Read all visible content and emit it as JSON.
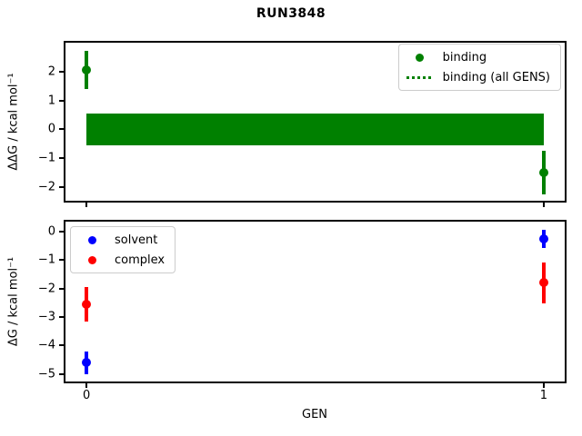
{
  "figure": {
    "title": "RUN3848",
    "background_color": "#ffffff",
    "spine_color": "#000000"
  },
  "chart_data": [
    {
      "type": "errorbar",
      "title": "RUN3848",
      "xlabel": "",
      "ylabel": "ΔΔG / kcal mol⁻¹",
      "xlim": [
        -0.05,
        1.05
      ],
      "ylim": [
        -2.55,
        3.08
      ],
      "yticks": [
        2,
        1,
        0,
        -1,
        -2
      ],
      "xticks": [
        0,
        1
      ],
      "xticklabels": [],
      "grid": false,
      "series": [
        {
          "name": "binding",
          "color": "#008000",
          "marker": "circle",
          "x": [
            0,
            1
          ],
          "y": [
            2.07,
            -1.5
          ],
          "yerr": [
            0.67,
            0.76
          ]
        }
      ],
      "band": {
        "name": "binding (all GENS)",
        "color": "#008000",
        "linestyle": "dotted",
        "x": [
          0,
          1
        ],
        "y_center": 0.0,
        "y_halfwidth": 0.55
      },
      "legend": {
        "position": "upper-right",
        "entries": [
          {
            "label": "binding",
            "marker": "dot",
            "color": "#008000"
          },
          {
            "label": "binding (all GENS)",
            "marker": "dotted-line",
            "color": "#008000"
          }
        ]
      }
    },
    {
      "type": "errorbar",
      "title": "",
      "xlabel": "GEN",
      "ylabel": "ΔG / kcal mol⁻¹",
      "xlim": [
        -0.05,
        1.05
      ],
      "ylim": [
        -5.33,
        0.42
      ],
      "yticks": [
        0,
        -1,
        -2,
        -3,
        -4,
        -5
      ],
      "xticks": [
        0,
        1
      ],
      "xticklabels": [
        "0",
        "1"
      ],
      "grid": false,
      "series": [
        {
          "name": "solvent",
          "color": "#0000ff",
          "marker": "circle",
          "x": [
            0,
            1
          ],
          "y": [
            -4.6,
            -0.26
          ],
          "yerr": [
            0.4,
            0.32
          ]
        },
        {
          "name": "complex",
          "color": "#ff0000",
          "marker": "circle",
          "x": [
            0,
            1
          ],
          "y": [
            -2.55,
            -1.8
          ],
          "yerr": [
            0.6,
            0.71
          ]
        }
      ],
      "legend": {
        "position": "upper-left",
        "entries": [
          {
            "label": "solvent",
            "marker": "dot",
            "color": "#0000ff"
          },
          {
            "label": "complex",
            "marker": "dot",
            "color": "#ff0000"
          }
        ]
      }
    }
  ]
}
